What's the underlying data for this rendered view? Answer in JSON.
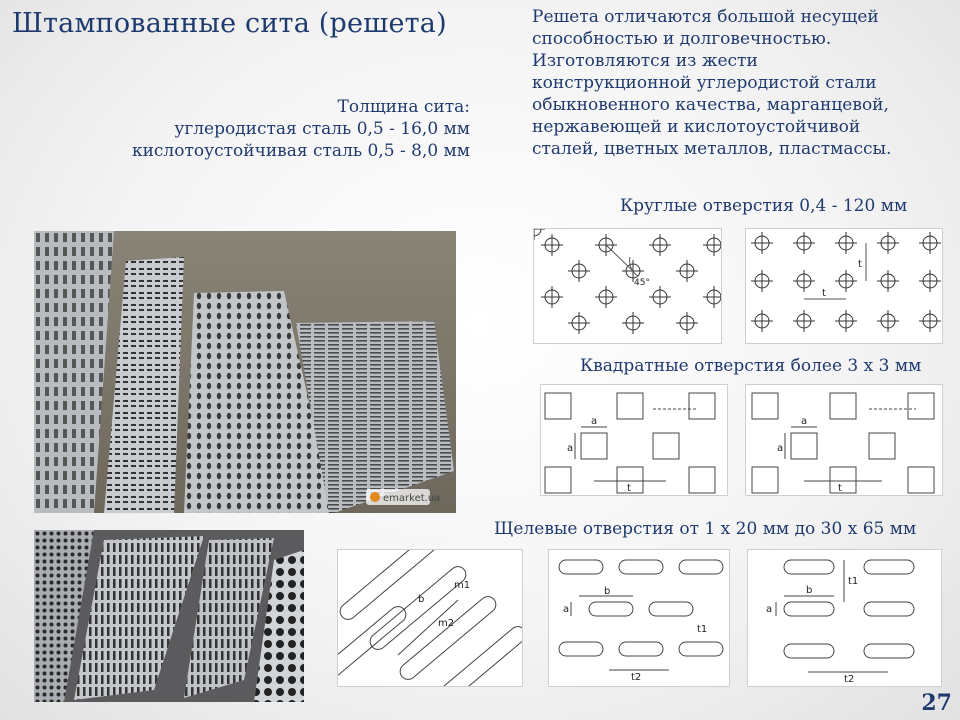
{
  "slide": {
    "title": "Штампованные сита (решета)",
    "thickness": {
      "heading": "Толщина сита:",
      "carbon": "углеродистая сталь 0,5 - 16,0 мм",
      "acidproof": "кислотоустойчивая сталь 0,5 - 8,0 мм"
    },
    "description": [
      "Решета отличаются большой несущей",
      "способностью и долговечностью.",
      "Изготовляются из жести",
      "конструкционной углеродистой стали",
      "обыкновенного качества, марганцевой,",
      "нержавеющей и кислотоустойчивой",
      "сталей, цветных металлов, пластмассы."
    ],
    "captions": {
      "round": "Круглые отверстия 0,4 - 120 мм",
      "square": "Квадратные отверстия более 3 х 3 мм",
      "slot": "Щелевые отверстия от 1 х 20 мм до 30 х 65 мм"
    },
    "watermark": "emarket.ua",
    "labels": {
      "angle": "45°",
      "t": "t",
      "a": "a",
      "b": "b",
      "t1": "t1",
      "t2": "t2",
      "m1": "m1",
      "m2": "m2"
    },
    "page_number": "27"
  }
}
